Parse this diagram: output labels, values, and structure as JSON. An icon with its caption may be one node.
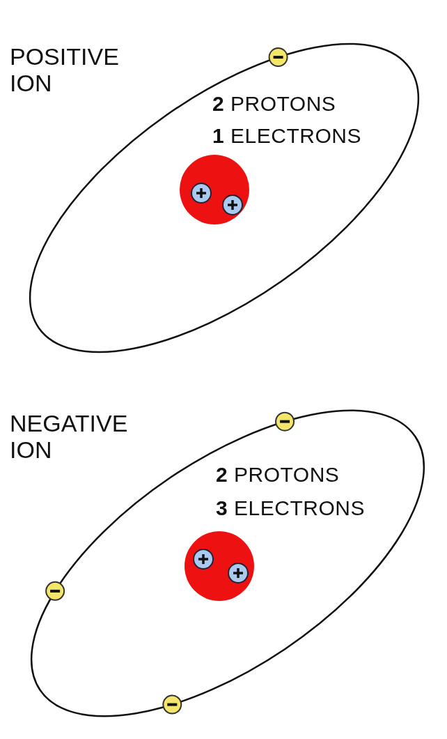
{
  "diagram": {
    "labels": [
      "POSITIVE ION",
      "**2** PROTONS",
      "**1** ELECTRONS",
      "NEGATIVE ION",
      "**2** PROTONS",
      "**3** ELECTRONS"
    ]
  }
}
